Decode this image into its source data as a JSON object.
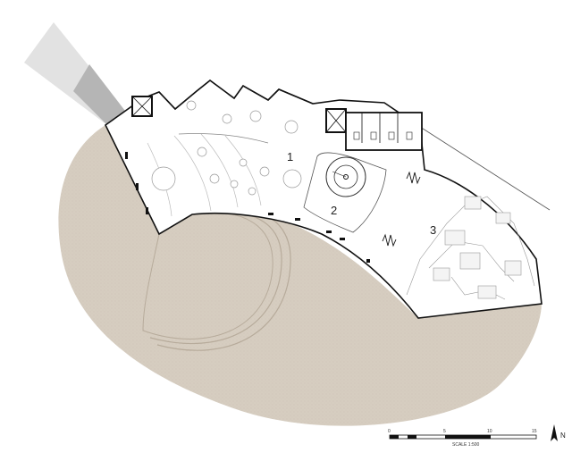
{
  "plan": {
    "rooms": [
      {
        "id": "room-1",
        "label": "1"
      },
      {
        "id": "room-2",
        "label": "2"
      },
      {
        "id": "room-3",
        "label": "3"
      }
    ]
  },
  "scale_bar": {
    "ticks": [
      "0",
      "5",
      "10",
      "15"
    ],
    "caption": "SCALE 1:500"
  },
  "north_arrow": {
    "label": "N"
  },
  "colors": {
    "ground": "#d6cdc0",
    "wall": "#111111",
    "sightline": "#cfcfcf",
    "entrance": "#a9a9a9"
  }
}
